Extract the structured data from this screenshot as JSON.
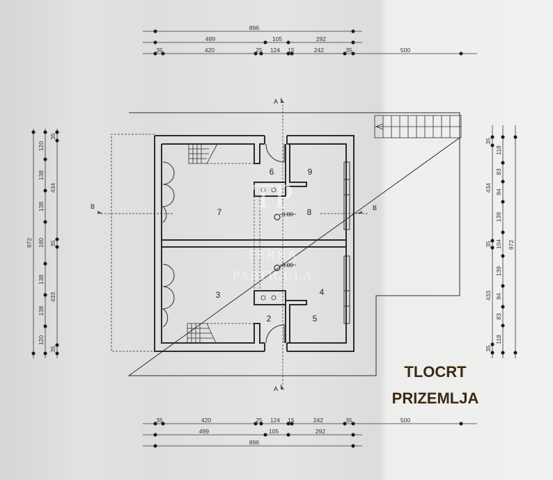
{
  "title": {
    "line1": "TLOCRT",
    "line2": "PRIZEMLJA"
  },
  "watermark": {
    "logo": "TP",
    "line1": "TERRA",
    "line2": "PARTICULA"
  },
  "rooms": [
    "2",
    "3",
    "4",
    "5",
    "6",
    "7",
    "8",
    "9"
  ],
  "levels": [
    "0.00",
    "0.00"
  ],
  "section_marks": {
    "a_top": "A",
    "a_bottom": "A",
    "b_left": "B",
    "b_right": "B"
  },
  "dims_top": {
    "total": "896",
    "row2": [
      "499",
      "105",
      "292"
    ],
    "row3": [
      "35",
      "420",
      "25",
      "124",
      "15",
      "242",
      "35",
      "500"
    ]
  },
  "dims_bottom": {
    "total": "896",
    "row2": [
      "499",
      "105",
      "292"
    ],
    "row1": [
      "35",
      "420",
      "25",
      "124",
      "15",
      "242",
      "35",
      "500"
    ]
  },
  "dims_left": {
    "total": "972",
    "inner": [
      "120",
      "138",
      "138",
      "180",
      "138",
      "138",
      "120"
    ],
    "walls": [
      "35",
      "434",
      "35",
      "433",
      "35"
    ]
  },
  "dims_right": {
    "total": "972",
    "inner": [
      "118",
      "83",
      "94",
      "139",
      "104",
      "139",
      "94",
      "83",
      "118"
    ],
    "walls": [
      "35",
      "434",
      "35",
      "433",
      "35"
    ]
  },
  "colors": {
    "title": "#3b2a12",
    "lines": "#222222",
    "paper": "#e2e2e0"
  }
}
